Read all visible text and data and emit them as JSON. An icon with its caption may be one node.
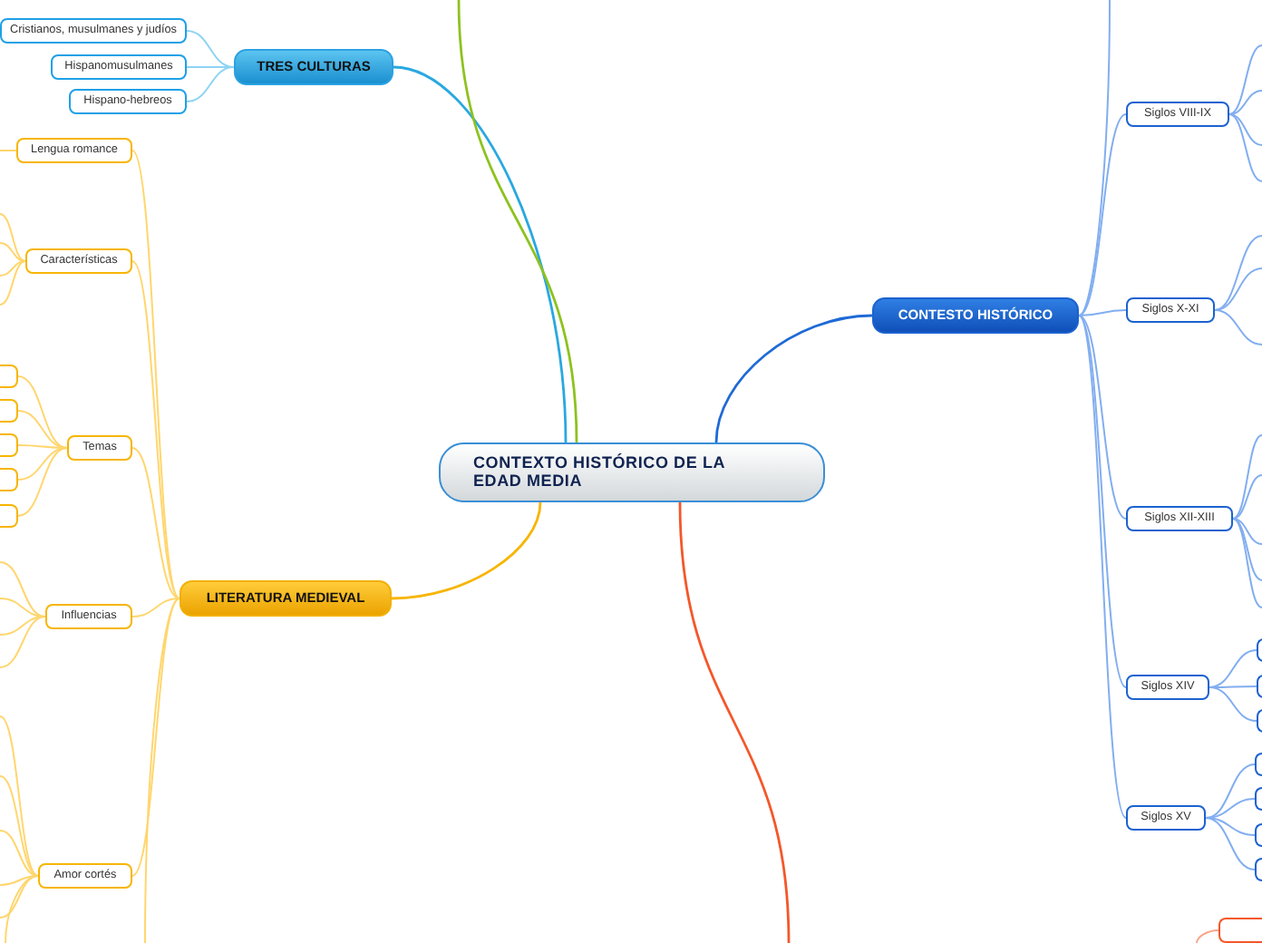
{
  "diagram": {
    "nodes": [
      {
        "text": [
          "CONTEXTO HISTÓRICO DE LA EDAD MEDIA"
        ]
      },
      {
        "text": [
          "TRES CULTURAS"
        ]
      },
      {
        "text": [
          "Cristianos, musulmanes y judíos"
        ]
      },
      {
        "text": [
          "Hispanomusulmanes"
        ]
      },
      {
        "text": [
          "Hispano-hebreos"
        ]
      },
      {
        "text": [
          "LITERATURA MEDIEVAL"
        ]
      },
      {
        "text": [
          "Lengua romance"
        ]
      },
      {
        "text": [
          "Características"
        ]
      },
      {
        "text": [
          "Temas"
        ]
      },
      {
        "text": [],
        "shape": "box"
      },
      {
        "text": [],
        "shape": "box"
      },
      {
        "text": [],
        "shape": "box"
      },
      {
        "text": [],
        "shape": "box"
      },
      {
        "text": [],
        "shape": "box"
      },
      {
        "text": [
          "Influencias"
        ]
      },
      {
        "text": [
          "Amor cortés"
        ]
      },
      {
        "text": [
          "CONTESTO HISTÓRICO"
        ]
      },
      {
        "text": [
          "Siglos VIII-IX"
        ]
      },
      {
        "text": [
          "Siglos X-XI"
        ]
      },
      {
        "text": [
          "Siglos XII-XIII"
        ]
      },
      {
        "text": [
          "Siglos XIV"
        ]
      },
      {
        "text": [],
        "shape": "box"
      },
      {
        "text": [],
        "shape": "box"
      },
      {
        "text": [],
        "shape": "box"
      },
      {
        "text": [
          "Siglos XV"
        ]
      },
      {
        "text": [],
        "shape": "box"
      },
      {
        "text": [],
        "shape": "box"
      },
      {
        "text": [],
        "shape": "box"
      },
      {
        "text": [],
        "shape": "box"
      },
      {
        "text": [],
        "shape": "box"
      }
    ],
    "edges": [
      {
        "from": 0,
        "to": 1,
        "arrow": "none",
        "color": "#29a8e0"
      },
      {
        "from": 1,
        "to": 2,
        "arrow": "none",
        "color": "#8fd3f4"
      },
      {
        "from": 1,
        "to": 3,
        "arrow": "none",
        "color": "#8fd3f4"
      },
      {
        "from": 1,
        "to": 4,
        "arrow": "none",
        "color": "#8fd3f4"
      },
      {
        "from": 0,
        "to": 5,
        "arrow": "none",
        "color": "#f7b500"
      },
      {
        "from": 5,
        "to": 6,
        "arrow": "none",
        "color": "#ffd66e"
      },
      {
        "from": 5,
        "to": 7,
        "arrow": "none",
        "color": "#ffd66e"
      },
      {
        "from": 5,
        "to": 8,
        "arrow": "none",
        "color": "#ffd66e"
      },
      {
        "from": 5,
        "to": 14,
        "arrow": "none",
        "color": "#ffd66e"
      },
      {
        "from": 5,
        "to": 15,
        "arrow": "none",
        "color": "#ffd66e"
      },
      {
        "from": 8,
        "to": 9,
        "arrow": "none",
        "color": "#ffd66e"
      },
      {
        "from": 8,
        "to": 10,
        "arrow": "none",
        "color": "#ffd66e"
      },
      {
        "from": 8,
        "to": 11,
        "arrow": "none",
        "color": "#ffd66e"
      },
      {
        "from": 8,
        "to": 12,
        "arrow": "none",
        "color": "#ffd66e"
      },
      {
        "from": 8,
        "to": 13,
        "arrow": "none",
        "color": "#ffd66e"
      },
      {
        "from": 0,
        "to": 16,
        "arrow": "none",
        "color": "#1e6ad6"
      },
      {
        "from": 16,
        "to": 17,
        "arrow": "none",
        "color": "#82aef0"
      },
      {
        "from": 16,
        "to": 18,
        "arrow": "none",
        "color": "#82aef0"
      },
      {
        "from": 16,
        "to": 19,
        "arrow": "none",
        "color": "#82aef0"
      },
      {
        "from": 16,
        "to": 20,
        "arrow": "none",
        "color": "#82aef0"
      },
      {
        "from": 16,
        "to": 24,
        "arrow": "none",
        "color": "#82aef0"
      },
      {
        "from": 20,
        "to": 21,
        "arrow": "none",
        "color": "#82aef0"
      },
      {
        "from": 20,
        "to": 22,
        "arrow": "none",
        "color": "#82aef0"
      },
      {
        "from": 20,
        "to": 23,
        "arrow": "none",
        "color": "#82aef0"
      },
      {
        "from": 24,
        "to": 25,
        "arrow": "none",
        "color": "#82aef0"
      },
      {
        "from": 24,
        "to": 26,
        "arrow": "none",
        "color": "#82aef0"
      },
      {
        "from": 24,
        "to": 27,
        "arrow": "none",
        "color": "#82aef0"
      },
      {
        "from": 24,
        "to": 28,
        "arrow": "none",
        "color": "#82aef0"
      },
      {
        "from": 0,
        "to": null,
        "arrow": "none",
        "color": "#8dc21f"
      },
      {
        "from": 0,
        "to": null,
        "arrow": "none",
        "color": "#f4572a"
      },
      {
        "from": 16,
        "to": null,
        "arrow": "none",
        "color": "#82aef0"
      },
      {
        "from": null,
        "to": 29,
        "arrow": "none",
        "color": "#f9a58a"
      },
      {
        "from": 6,
        "to": null,
        "arrow": "none",
        "color": "#ffd66e"
      },
      {
        "from": 7,
        "to": null,
        "arrow": "none",
        "color": "#ffd66e"
      },
      {
        "from": 7,
        "to": null,
        "arrow": "none",
        "color": "#ffd66e"
      },
      {
        "from": 7,
        "to": null,
        "arrow": "none",
        "color": "#ffd66e"
      },
      {
        "from": 7,
        "to": null,
        "arrow": "none",
        "color": "#ffd66e"
      },
      {
        "from": 14,
        "to": null,
        "arrow": "none",
        "color": "#ffd66e"
      },
      {
        "from": 14,
        "to": null,
        "arrow": "none",
        "color": "#ffd66e"
      },
      {
        "from": 14,
        "to": null,
        "arrow": "none",
        "color": "#ffd66e"
      },
      {
        "from": 14,
        "to": null,
        "arrow": "none",
        "color": "#ffd66e"
      },
      {
        "from": 15,
        "to": null,
        "arrow": "none",
        "color": "#ffd66e"
      },
      {
        "from": 15,
        "to": null,
        "arrow": "none",
        "color": "#ffd66e"
      },
      {
        "from": 15,
        "to": null,
        "arrow": "none",
        "color": "#ffd66e"
      },
      {
        "from": 15,
        "to": null,
        "arrow": "none",
        "color": "#ffd66e"
      },
      {
        "from": 15,
        "to": null,
        "arrow": "none",
        "color": "#ffd66e"
      },
      {
        "from": 15,
        "to": null,
        "arrow": "none",
        "color": "#ffd66e"
      },
      {
        "from": 17,
        "to": null,
        "arrow": "none",
        "color": "#82aef0"
      },
      {
        "from": 17,
        "to": null,
        "arrow": "none",
        "color": "#82aef0"
      },
      {
        "from": 17,
        "to": null,
        "arrow": "none",
        "color": "#82aef0"
      },
      {
        "from": 17,
        "to": null,
        "arrow": "none",
        "color": "#82aef0"
      },
      {
        "from": 18,
        "to": null,
        "arrow": "none",
        "color": "#82aef0"
      },
      {
        "from": 18,
        "to": null,
        "arrow": "none",
        "color": "#82aef0"
      },
      {
        "from": 18,
        "to": null,
        "arrow": "none",
        "color": "#82aef0"
      },
      {
        "from": 19,
        "to": null,
        "arrow": "none",
        "color": "#82aef0"
      },
      {
        "from": 19,
        "to": null,
        "arrow": "none",
        "color": "#82aef0"
      },
      {
        "from": 19,
        "to": null,
        "arrow": "none",
        "color": "#82aef0"
      },
      {
        "from": 19,
        "to": null,
        "arrow": "none",
        "color": "#82aef0"
      },
      {
        "from": 19,
        "to": null,
        "arrow": "none",
        "color": "#82aef0"
      },
      {
        "from": 5,
        "to": null,
        "arrow": "none",
        "color": "#ffd66e"
      }
    ]
  }
}
